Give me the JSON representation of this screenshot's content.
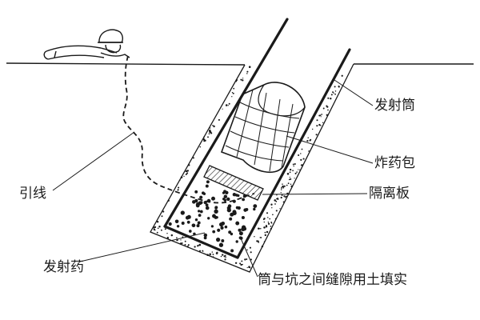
{
  "labels": {
    "launch_tube": "发射筒",
    "explosive_pack": "炸药包",
    "separator_plate": "隔离板",
    "fuse_wire": "引线",
    "propellant": "发射药",
    "backfill_note": "筒与坑之间缝隙用土填实"
  },
  "colors": {
    "ink": "#1a1a1a",
    "background": "#ffffff"
  }
}
